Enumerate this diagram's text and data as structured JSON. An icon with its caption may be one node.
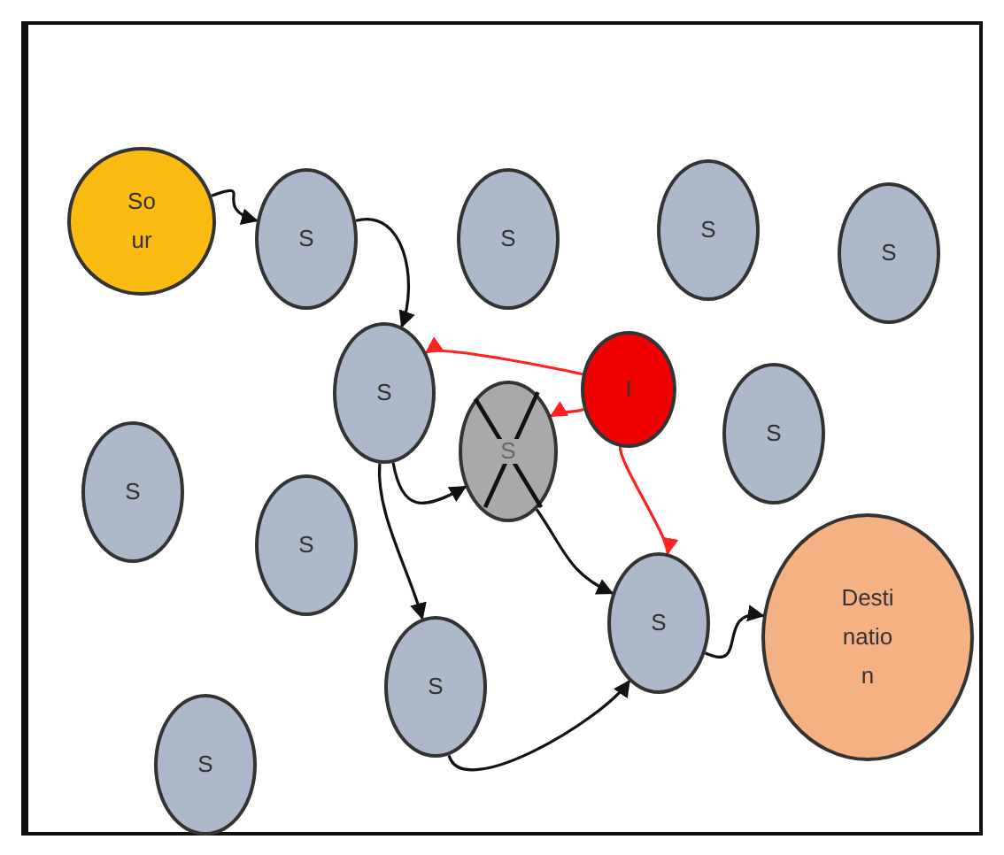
{
  "diagram": {
    "nodes": [
      {
        "text": [
          "So ur"
        ]
      },
      {
        "text": [
          "S"
        ]
      },
      {
        "text": [
          "S"
        ]
      },
      {
        "text": [
          "S"
        ]
      },
      {
        "text": [
          "S"
        ]
      },
      {
        "text": [
          "S"
        ]
      },
      {
        "text": [
          "I"
        ]
      },
      {
        "text": [
          "S"
        ]
      },
      {
        "text": [
          "S"
        ]
      },
      {
        "text": [
          "S"
        ]
      },
      {
        "text": [
          "S"
        ]
      },
      {
        "text": [
          "S"
        ]
      },
      {
        "text": [
          "Desti natio n"
        ]
      },
      {
        "text": [
          "S"
        ]
      },
      {
        "text": [
          "S"
        ]
      }
    ],
    "edges": [
      {
        "from": 0,
        "to": 1,
        "arrow": "to"
      },
      {
        "from": 1,
        "to": 5,
        "arrow": "to"
      },
      {
        "from": 6,
        "to": 5,
        "arrow": "to",
        "color": "#ff2020"
      },
      {
        "from": 6,
        "to": 7,
        "arrow": "to",
        "color": "#ff2020"
      },
      {
        "from": 5,
        "to": 7,
        "arrow": "to"
      },
      {
        "from": 5,
        "to": 13,
        "arrow": "to"
      },
      {
        "from": 7,
        "to": 11,
        "arrow": "to"
      },
      {
        "from": 6,
        "to": 11,
        "arrow": "to",
        "color": "#ff2020"
      },
      {
        "from": 13,
        "to": 11,
        "arrow": "to"
      },
      {
        "from": 11,
        "to": 12,
        "arrow": "to"
      }
    ]
  }
}
